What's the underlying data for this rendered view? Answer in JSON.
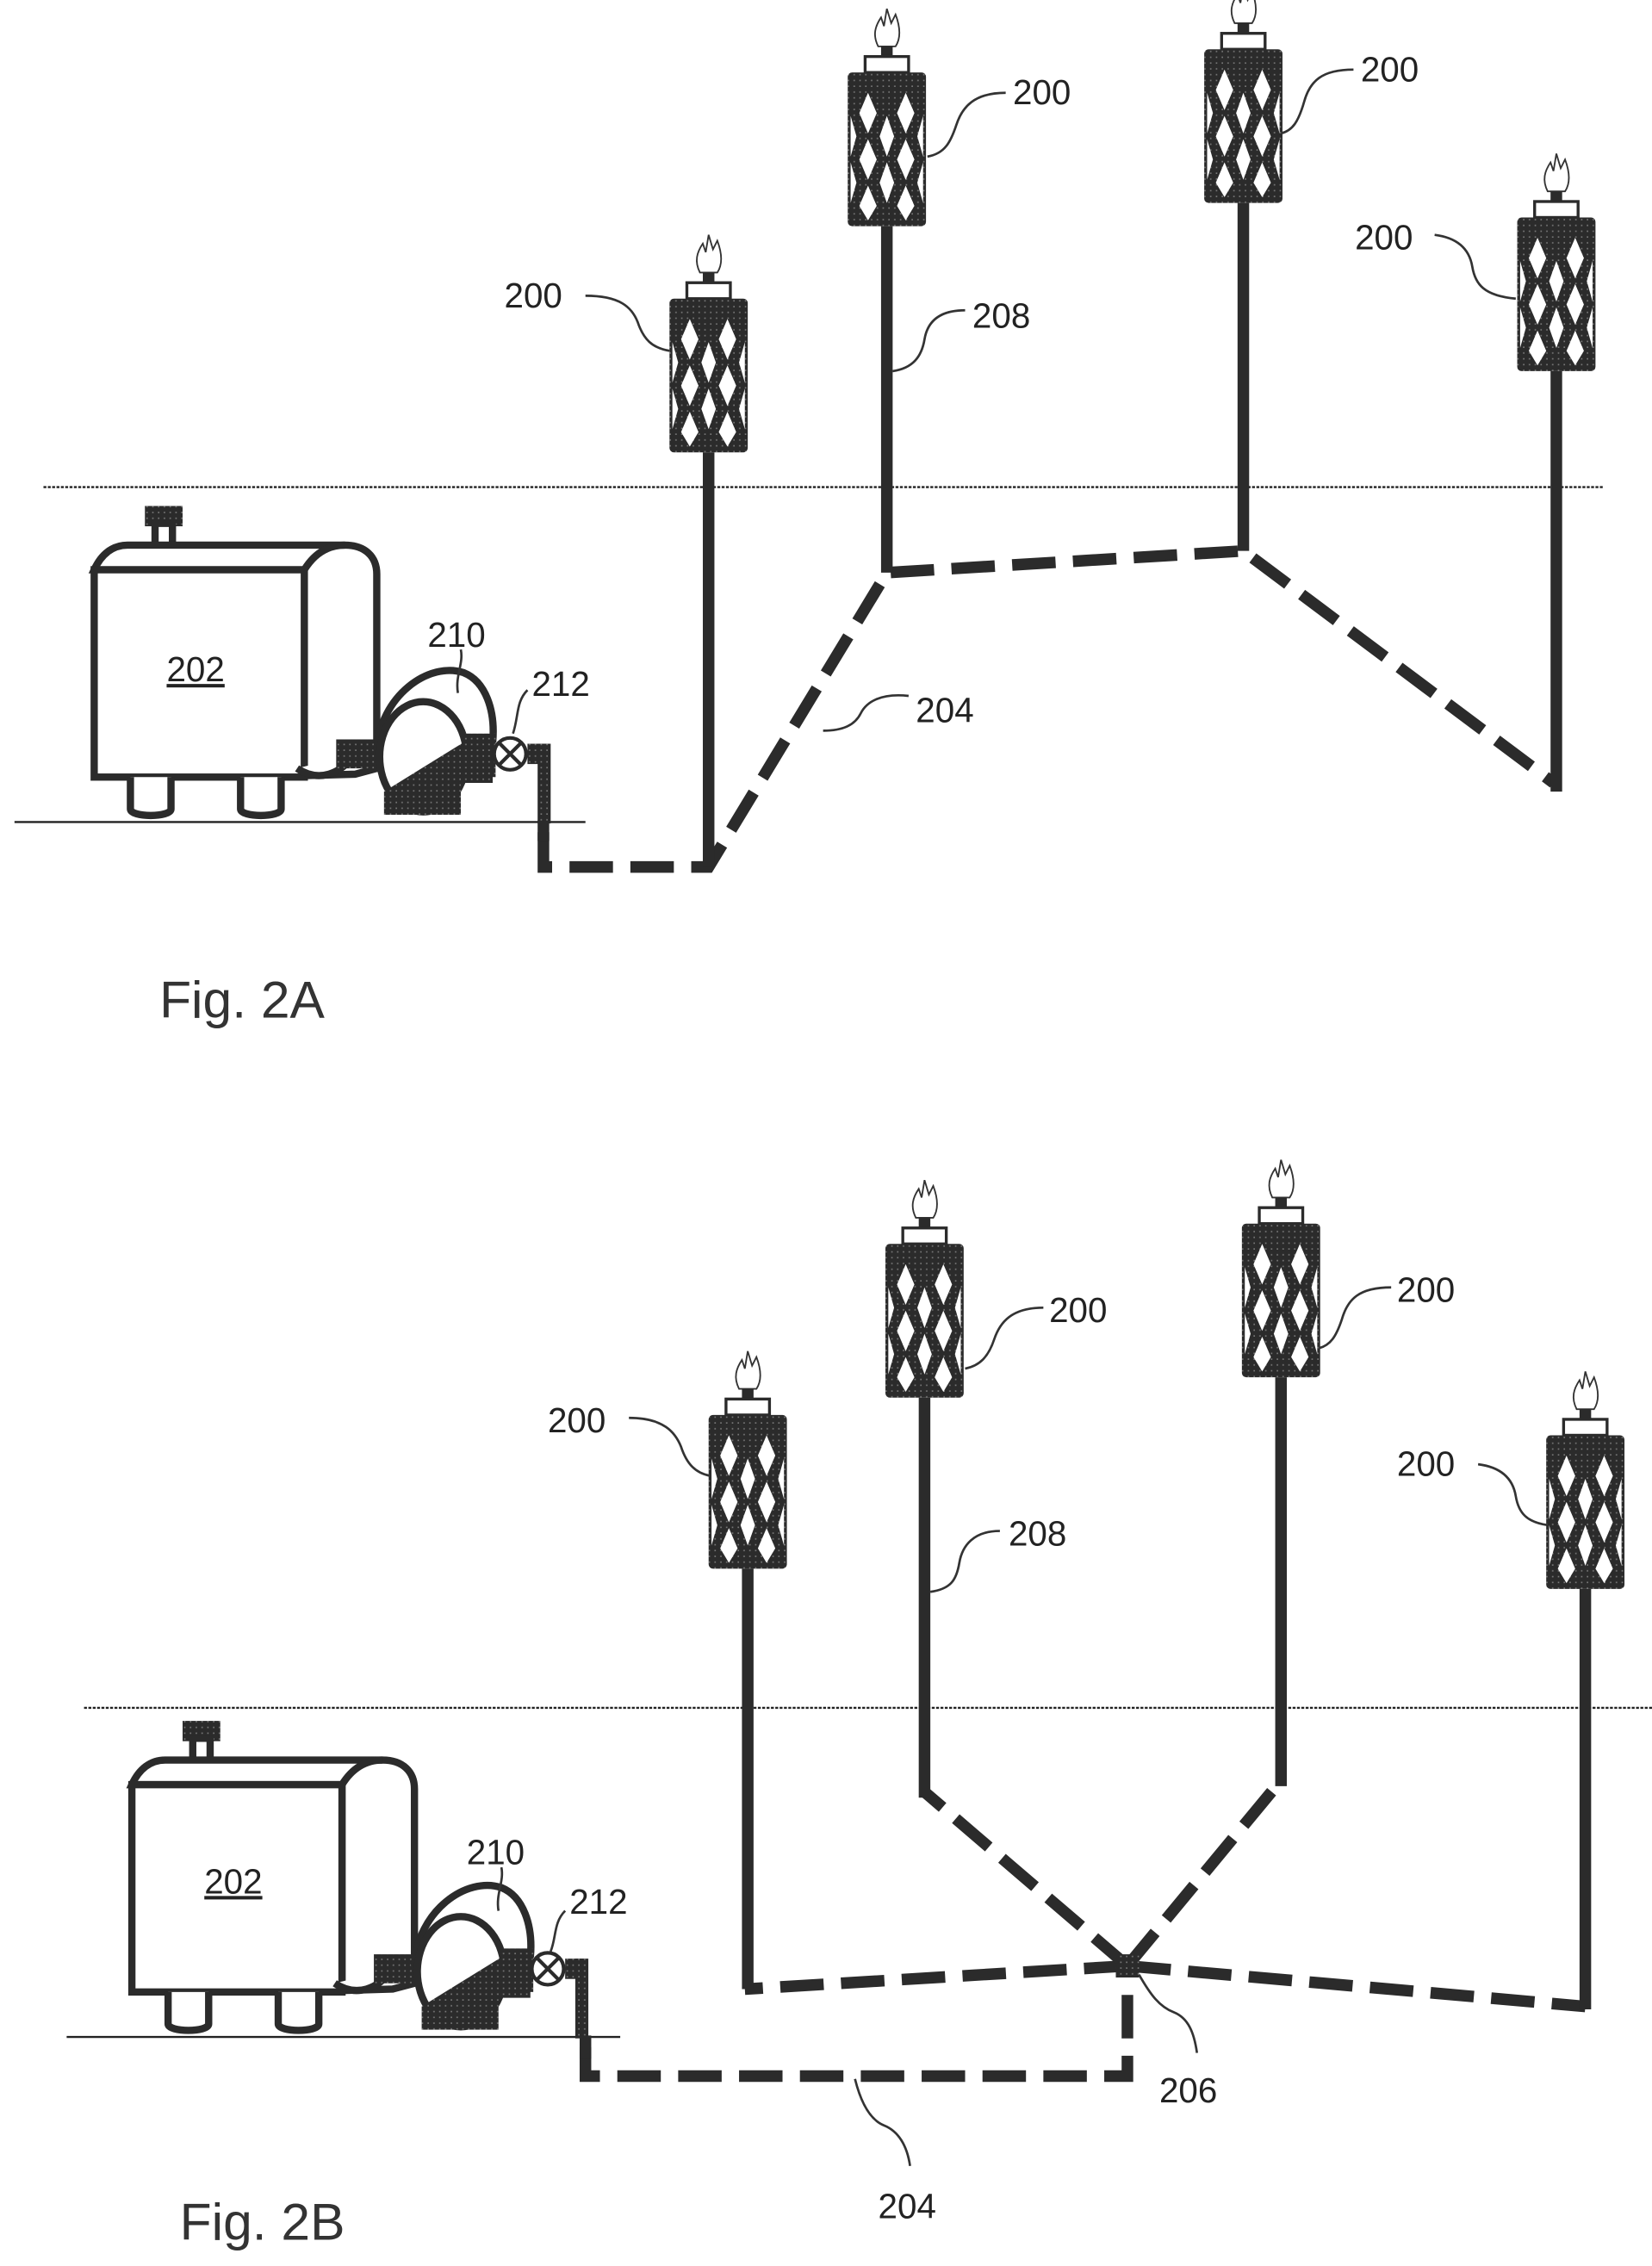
{
  "figures": [
    {
      "id": "fig-2a",
      "label": "Fig. 2A",
      "tank_label": "202",
      "pump_label": "210",
      "valve_label": "212",
      "main_line_label": "204",
      "riser_label": "208",
      "torch_label": "200",
      "torch_count": 4
    },
    {
      "id": "fig-2b",
      "label": "Fig. 2B",
      "tank_label": "202",
      "pump_label": "210",
      "valve_label": "212",
      "main_line_label": "204",
      "junction_label": "206",
      "riser_label": "208",
      "torch_label": "200",
      "torch_count": 4
    }
  ],
  "legend_terms": {
    "200": "torch",
    "202": "fuel tank",
    "204": "underground fuel line",
    "206": "junction",
    "208": "torch riser pipe",
    "210": "pump",
    "212": "valve"
  },
  "colors": {
    "ink": "#2b2b2b",
    "background": "#ffffff"
  }
}
